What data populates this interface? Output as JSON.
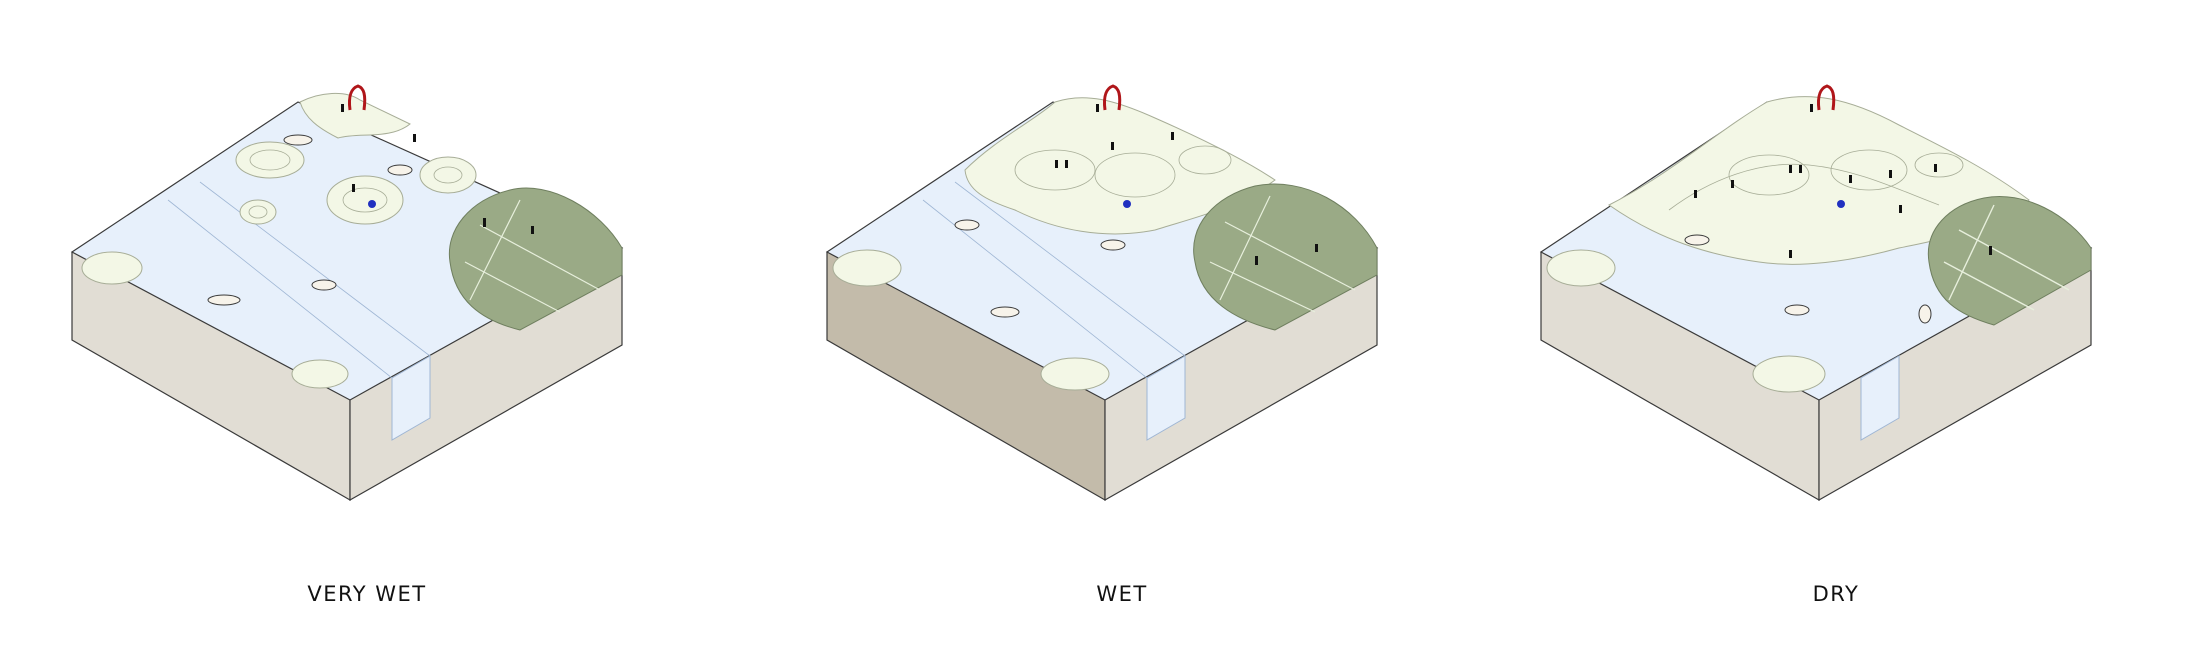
{
  "colors": {
    "background": "#ffffff",
    "soil_light": "#e1ddd4",
    "soil_dark": "#c3bbaa",
    "water": "#e7f0fb",
    "water_line": "#9fb6d4",
    "land": "#f3f7e6",
    "contour": "#a7ad97",
    "vegetation": "#9aaa86",
    "vegetation_dark": "#6f7f5f",
    "outline": "#3a3a3a",
    "red_landmark": "#b0161a",
    "blue_figure": "#2030c0"
  },
  "panels": [
    {
      "label": "VERY WET",
      "wet_level": 3
    },
    {
      "label": "WET",
      "wet_level": 2
    },
    {
      "label": "DRY",
      "wet_level": 1
    }
  ]
}
